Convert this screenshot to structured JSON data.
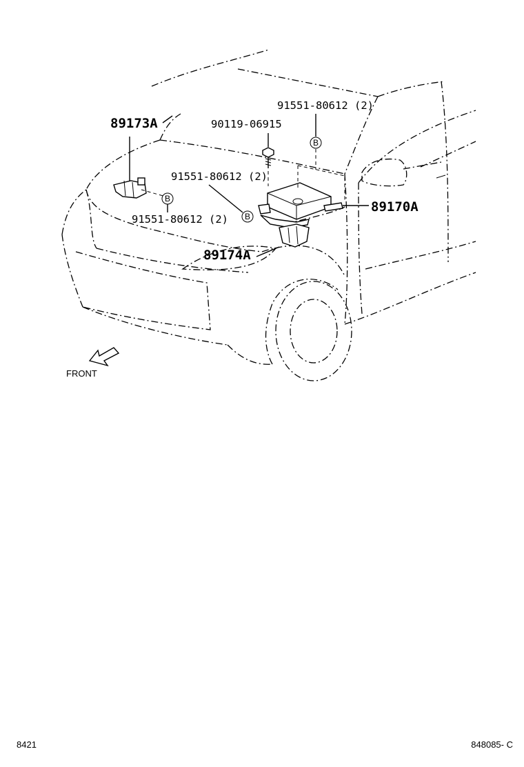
{
  "parts": {
    "front_sensor_left": "89173A",
    "front_sensor_right": "89174A",
    "airbag_sensor_assembly": "89170A",
    "bolt": "90119-06915",
    "screw_top": "91551-80612 (2)",
    "screw_middle": "91551-80612 (2)",
    "screw_left": "91551-80612 (2)"
  },
  "reference_marker": "B",
  "direction_label": "FRONT",
  "footer": {
    "left_code": "8421",
    "right_code": "848085- C"
  }
}
